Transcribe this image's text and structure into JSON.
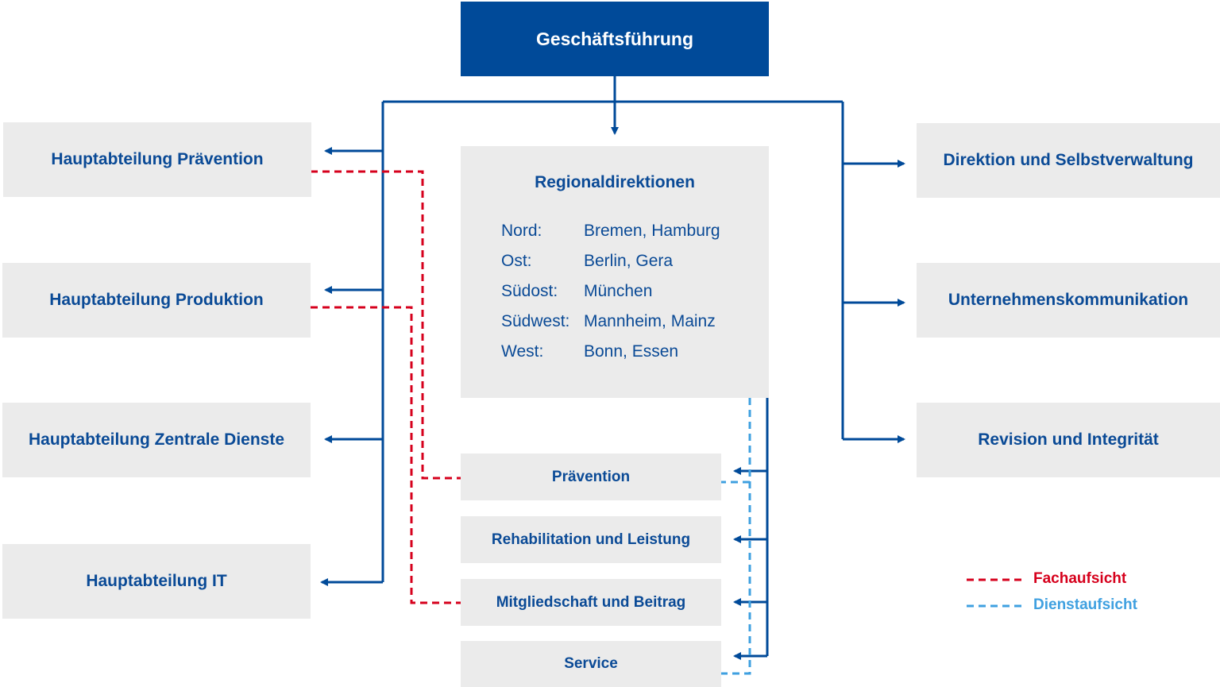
{
  "top": {
    "label": "Geschäftsführung"
  },
  "left_units": [
    "Hauptabteilung Prävention",
    "Hauptabteilung Produktion",
    "Hauptabteilung Zentrale Dienste",
    "Hauptabteilung IT"
  ],
  "right_units": [
    "Direktion und Selbstverwaltung",
    "Unternehmenskommunikation",
    "Revision und Integrität"
  ],
  "regional": {
    "title": "Regionaldirektionen",
    "rows": [
      {
        "key": "Nord:",
        "value": "Bremen, Hamburg"
      },
      {
        "key": "Ost:",
        "value": "Berlin, Gera"
      },
      {
        "key": "Südost:",
        "value": "München"
      },
      {
        "key": "Südwest:",
        "value": "Mannheim, Mainz"
      },
      {
        "key": "West:",
        "value": "Bonn, Essen"
      }
    ]
  },
  "sub_units": [
    "Prävention",
    "Rehabilitation und Leistung",
    "Mitgliedschaft und Beitrag",
    "Service"
  ],
  "legend": {
    "fachaufsicht": "Fachaufsicht",
    "dienstaufsicht": "Dienstaufsicht"
  },
  "colors": {
    "primary": "#004a99",
    "box_bg": "#ebebeb",
    "fachaufsicht": "#d6001c",
    "dienstaufsicht": "#3fa0e0"
  }
}
